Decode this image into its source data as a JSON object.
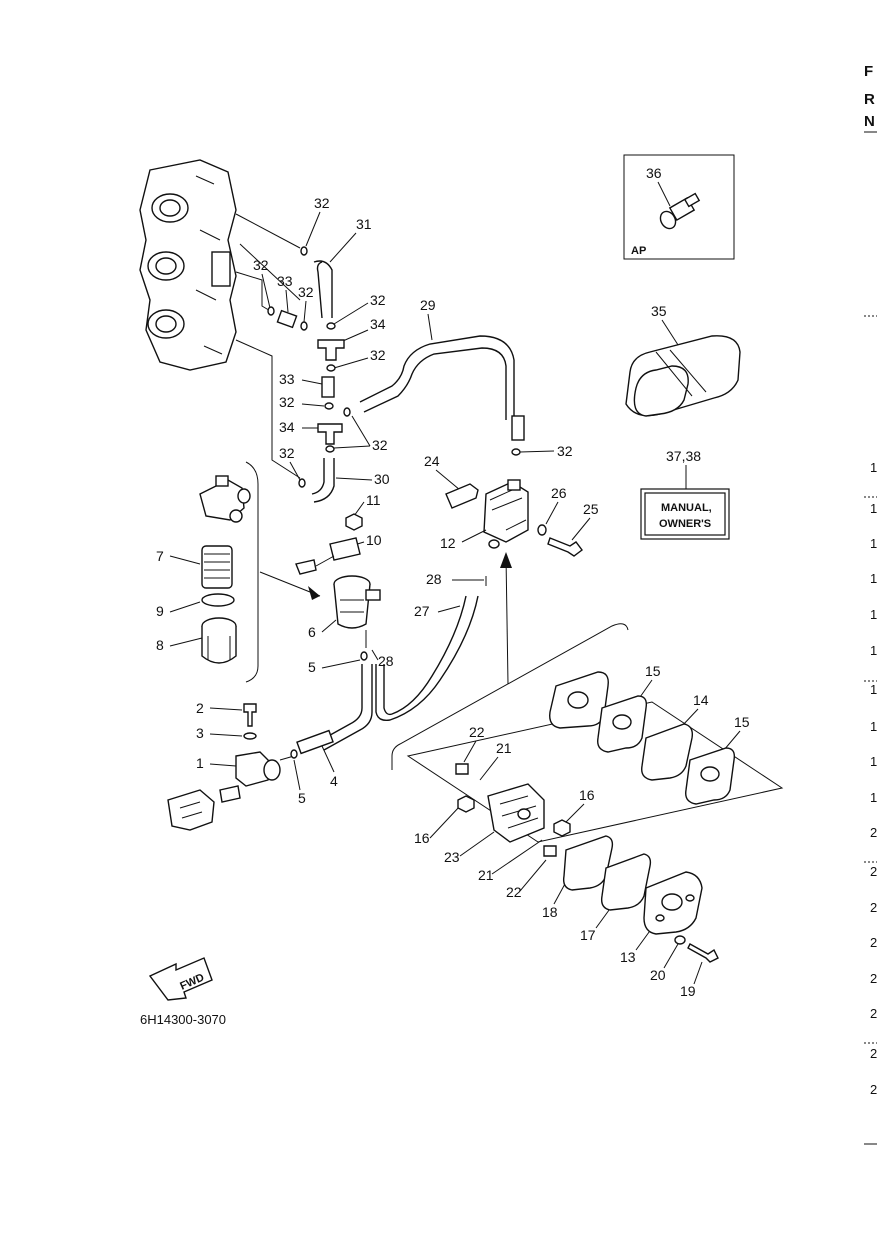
{
  "right_edge": {
    "letters": [
      "F",
      "R",
      "N"
    ],
    "row_digits": [
      "1",
      "1",
      "1",
      "1",
      "1",
      "1",
      "1",
      "1",
      "1",
      "1",
      "2",
      "2",
      "2",
      "2",
      "2",
      "2",
      "2",
      "2"
    ]
  },
  "boxes": {
    "ap_label": "AP",
    "manual_line1": "MANUAL,",
    "manual_line2": "OWNER'S"
  },
  "fwd_label": "FWD",
  "diagram_code": "6H14300-3070",
  "labels": {
    "l36": "36",
    "l35": "35",
    "l3738": "37,38",
    "l32a": "32",
    "l31": "31",
    "l32b": "32",
    "l33a": "33",
    "l32c": "32",
    "l32d": "32",
    "l34a": "34",
    "l32e": "32",
    "l33b": "33",
    "l32f": "32",
    "l34b": "34",
    "l32g": "32",
    "l32h": "32",
    "l30": "30",
    "l29": "29",
    "l32i": "32",
    "l24": "24",
    "l26": "26",
    "l25": "25",
    "l12": "12",
    "l11": "11",
    "l10": "10",
    "l7": "7",
    "l9": "9",
    "l8": "8",
    "l6": "6",
    "l28a": "28",
    "l27": "27",
    "l5a": "5",
    "l28b": "28",
    "l2": "2",
    "l3": "3",
    "l1": "1",
    "l5b": "5",
    "l4": "4",
    "l15a": "15",
    "l14": "14",
    "l15b": "15",
    "l22a": "22",
    "l21a": "21",
    "l16a": "16",
    "l16b": "16",
    "l23": "23",
    "l21b": "21",
    "l22b": "22",
    "l18": "18",
    "l17": "17",
    "l13": "13",
    "l20": "20",
    "l19": "19"
  }
}
